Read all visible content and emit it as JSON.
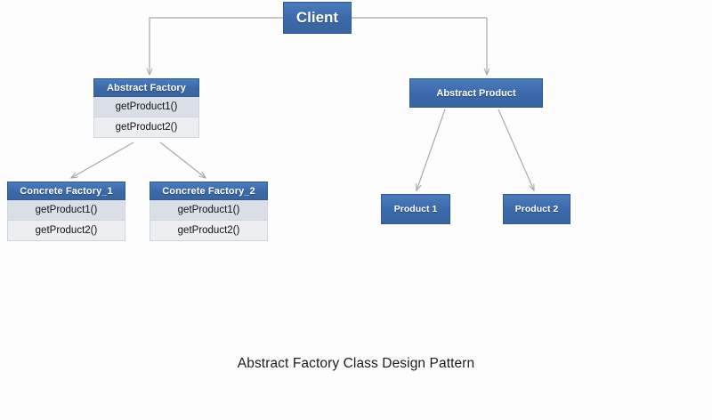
{
  "diagram": {
    "caption": "Abstract Factory Class Design Pattern",
    "colors": {
      "node_fill": "#3f72b4",
      "node_border": "#2f5a96",
      "row_fill_a": "#dadfe6",
      "row_fill_b": "#eceef1",
      "connector": "#a6aab0",
      "canvas": "#fdfdfd",
      "text_light": "#ffffff",
      "text_dark": "#111111"
    },
    "nodes": {
      "client": {
        "title": "Client"
      },
      "abstract_factory": {
        "title": "Abstract Factory",
        "methods": [
          "getProduct1()",
          "getProduct2()"
        ]
      },
      "abstract_product": {
        "title": "Abstract Product"
      },
      "concrete_factory_1": {
        "title": "Concrete Factory_1",
        "methods": [
          "getProduct1()",
          "getProduct2()"
        ]
      },
      "concrete_factory_2": {
        "title": "Concrete Factory_2",
        "methods": [
          "getProduct1()",
          "getProduct2()"
        ]
      },
      "product_1": {
        "title": "Product 1"
      },
      "product_2": {
        "title": "Product 2"
      }
    },
    "edges": [
      {
        "from": "client",
        "to": "abstract_factory",
        "style": "elbow-arrow"
      },
      {
        "from": "client",
        "to": "abstract_product",
        "style": "elbow-arrow"
      },
      {
        "from": "abstract_factory",
        "to": "concrete_factory_1",
        "style": "diagonal-arrow"
      },
      {
        "from": "abstract_factory",
        "to": "concrete_factory_2",
        "style": "diagonal-arrow"
      },
      {
        "from": "abstract_product",
        "to": "product_1",
        "style": "diagonal-arrow"
      },
      {
        "from": "abstract_product",
        "to": "product_2",
        "style": "diagonal-arrow"
      }
    ]
  }
}
